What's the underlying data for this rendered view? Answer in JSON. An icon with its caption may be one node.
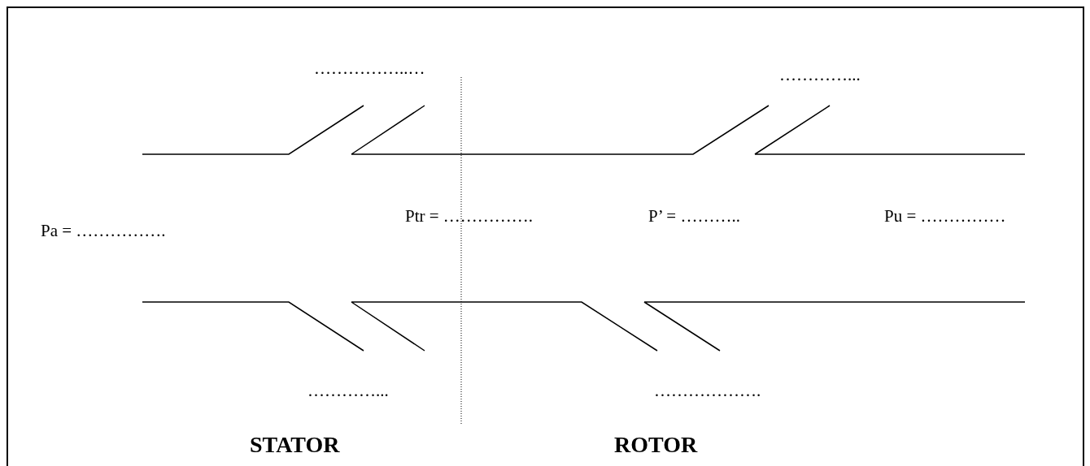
{
  "diagram": {
    "labels": [
      "……………..…",
      "…………...",
      "Ptr = …………….",
      "P’ = ………..",
      "Pu = ……………",
      "Pa = …………….",
      "…………...",
      "……………….",
      "STATOR",
      "ROTOR"
    ]
  }
}
